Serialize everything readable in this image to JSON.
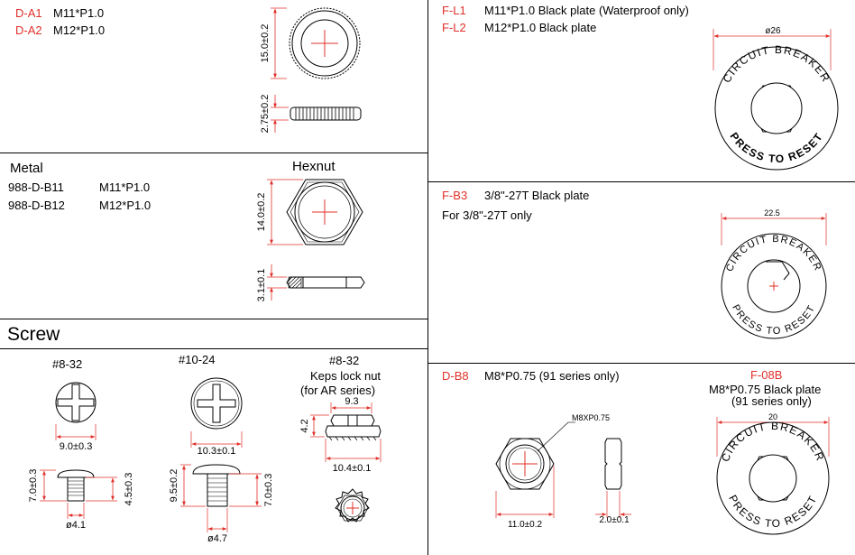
{
  "da": {
    "a1_code": "D-A1",
    "a1_spec": "M11*P1.0",
    "a2_code": "D-A2",
    "a2_spec": "M12*P1.0",
    "dim_height": "15.0±0.2",
    "dim_thick": "2.75±0.2"
  },
  "metal": {
    "title": "Metal",
    "hexnut_title": "Hexnut",
    "b11_code": "988-D-B11",
    "b11_spec": "M11*P1.0",
    "b12_code": "988-D-B12",
    "b12_spec": "M12*P1.0",
    "dim_height": "14.0±0.2",
    "dim_thick": "3.1±0.1"
  },
  "screw": {
    "title": "Screw",
    "s1_label": "#8-32",
    "s1_dim_head": "9.0±0.3",
    "s1_dim_h": "7.0±0.3",
    "s1_dim_shank": "4.5±0.3",
    "s1_dim_d": "ø4.1",
    "s2_label": "#10-24",
    "s2_dim_head": "10.3±0.1",
    "s2_dim_h": "9.5±0.2",
    "s2_dim_shank": "7.0±0.3",
    "s2_dim_d": "ø4.7",
    "s3_label": "#8-32",
    "s3_line1": "Keps lock nut",
    "s3_line2": "(for AR series)",
    "s3_dim_top": "9.3",
    "s3_dim_h": "4.2",
    "s3_dim_w": "10.4±0.1"
  },
  "fl": {
    "l1_code": "F-L1",
    "l1_spec": "M11*P1.0 Black plate  (Waterproof only)",
    "l2_code": "F-L2",
    "l2_spec": "M12*P1.0 Black plate",
    "dim": "ø26",
    "plate_top": "CIRCUIT BREAKER",
    "plate_bottom": "PRESS TO RESET"
  },
  "fb3": {
    "code": "F-B3",
    "spec": "3/8\"-27T  Black plate",
    "note": "For 3/8\"-27T only",
    "dim": "22.5",
    "plate_top": "CIRCUIT BREAKER",
    "plate_bottom": "PRESS TO RESET"
  },
  "db8": {
    "code": "D-B8",
    "spec": "M8*P0.75  (91 series only)",
    "callout": "M8XP0.75",
    "dim_w": "11.0±0.2",
    "dim_t": "2.0±0.1"
  },
  "f08b": {
    "code": "F-08B",
    "line1": "M8*P0.75 Black plate",
    "line2": "(91 series only)",
    "dim": "20",
    "plate_top": "CIRCUIT BREAKER",
    "plate_bottom": "PRESS TO RESET"
  },
  "colors": {
    "accent_red": "#e0302a",
    "line": "#000000"
  }
}
